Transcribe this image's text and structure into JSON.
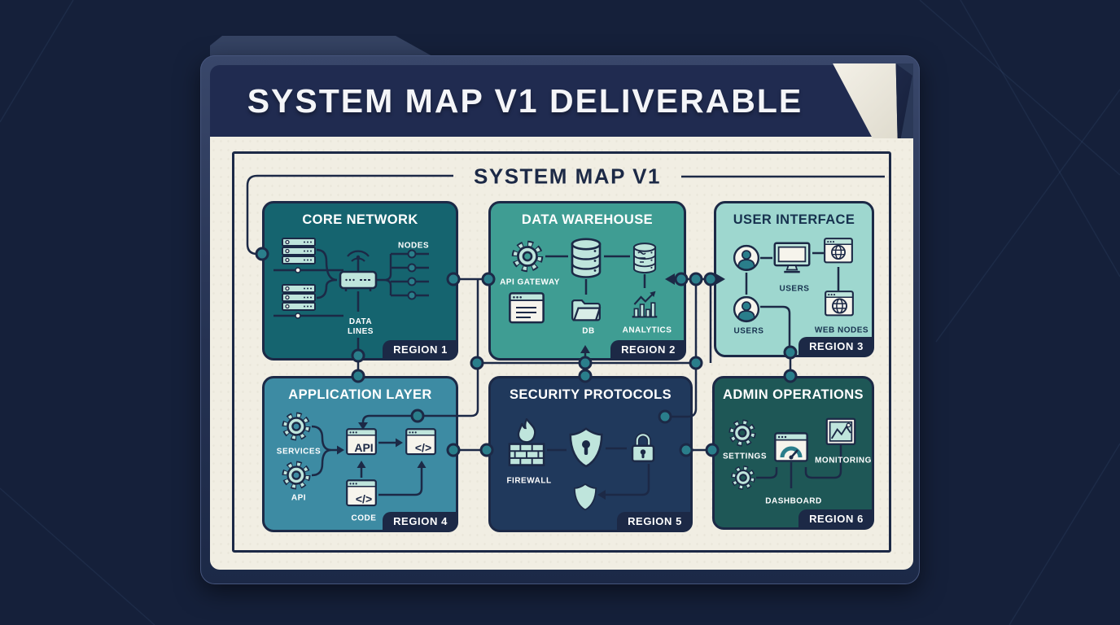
{
  "header": {
    "title": "SYSTEM MAP V1 DELIVERABLE"
  },
  "map": {
    "title": "SYSTEM MAP V1",
    "regions": [
      {
        "name": "CORE NETWORK",
        "badge": "REGION 1",
        "color": "#15646f",
        "labels": {
          "nodes": "NODES",
          "data_lines": "DATA LINES"
        }
      },
      {
        "name": "DATA WAREHOUSE",
        "badge": "REGION 2",
        "color": "#3f9d93",
        "labels": {
          "api_gateway": "API GATEWAY",
          "db": "DB",
          "analytics": "ANALYTICS"
        }
      },
      {
        "name": "USER INTERFACE",
        "badge": "REGION 3",
        "color": "#9ed7cf",
        "labels": {
          "users_a": "USERS",
          "users_b": "USERS",
          "web_nodes": "WEB NODES"
        }
      },
      {
        "name": "APPLICATION LAYER",
        "badge": "REGION 4",
        "color": "#3d8ba3",
        "labels": {
          "services": "SERVICES",
          "api": "API",
          "code": "CODE",
          "api_window": "API",
          "code_glyph_a": "</>",
          "code_glyph_b": "</>"
        }
      },
      {
        "name": "SECURITY PROTOCOLS",
        "badge": "REGION 5",
        "color": "#20395c",
        "labels": {
          "firewall": "FIREWALL"
        }
      },
      {
        "name": "ADMIN OPERATIONS",
        "badge": "REGION 6",
        "color": "#1e5756",
        "labels": {
          "settings": "SETTINGS",
          "dashboard": "DASHBOARD",
          "monitoring": "MONITORING"
        }
      }
    ]
  },
  "colors": {
    "background": "#15203a",
    "folder": "#2c3a5c",
    "header_band": "#202b50",
    "page": "#f1eee3",
    "ink": "#1c2946",
    "dot": "#2a7e8b",
    "icon_fill": "#bfe5dc"
  }
}
